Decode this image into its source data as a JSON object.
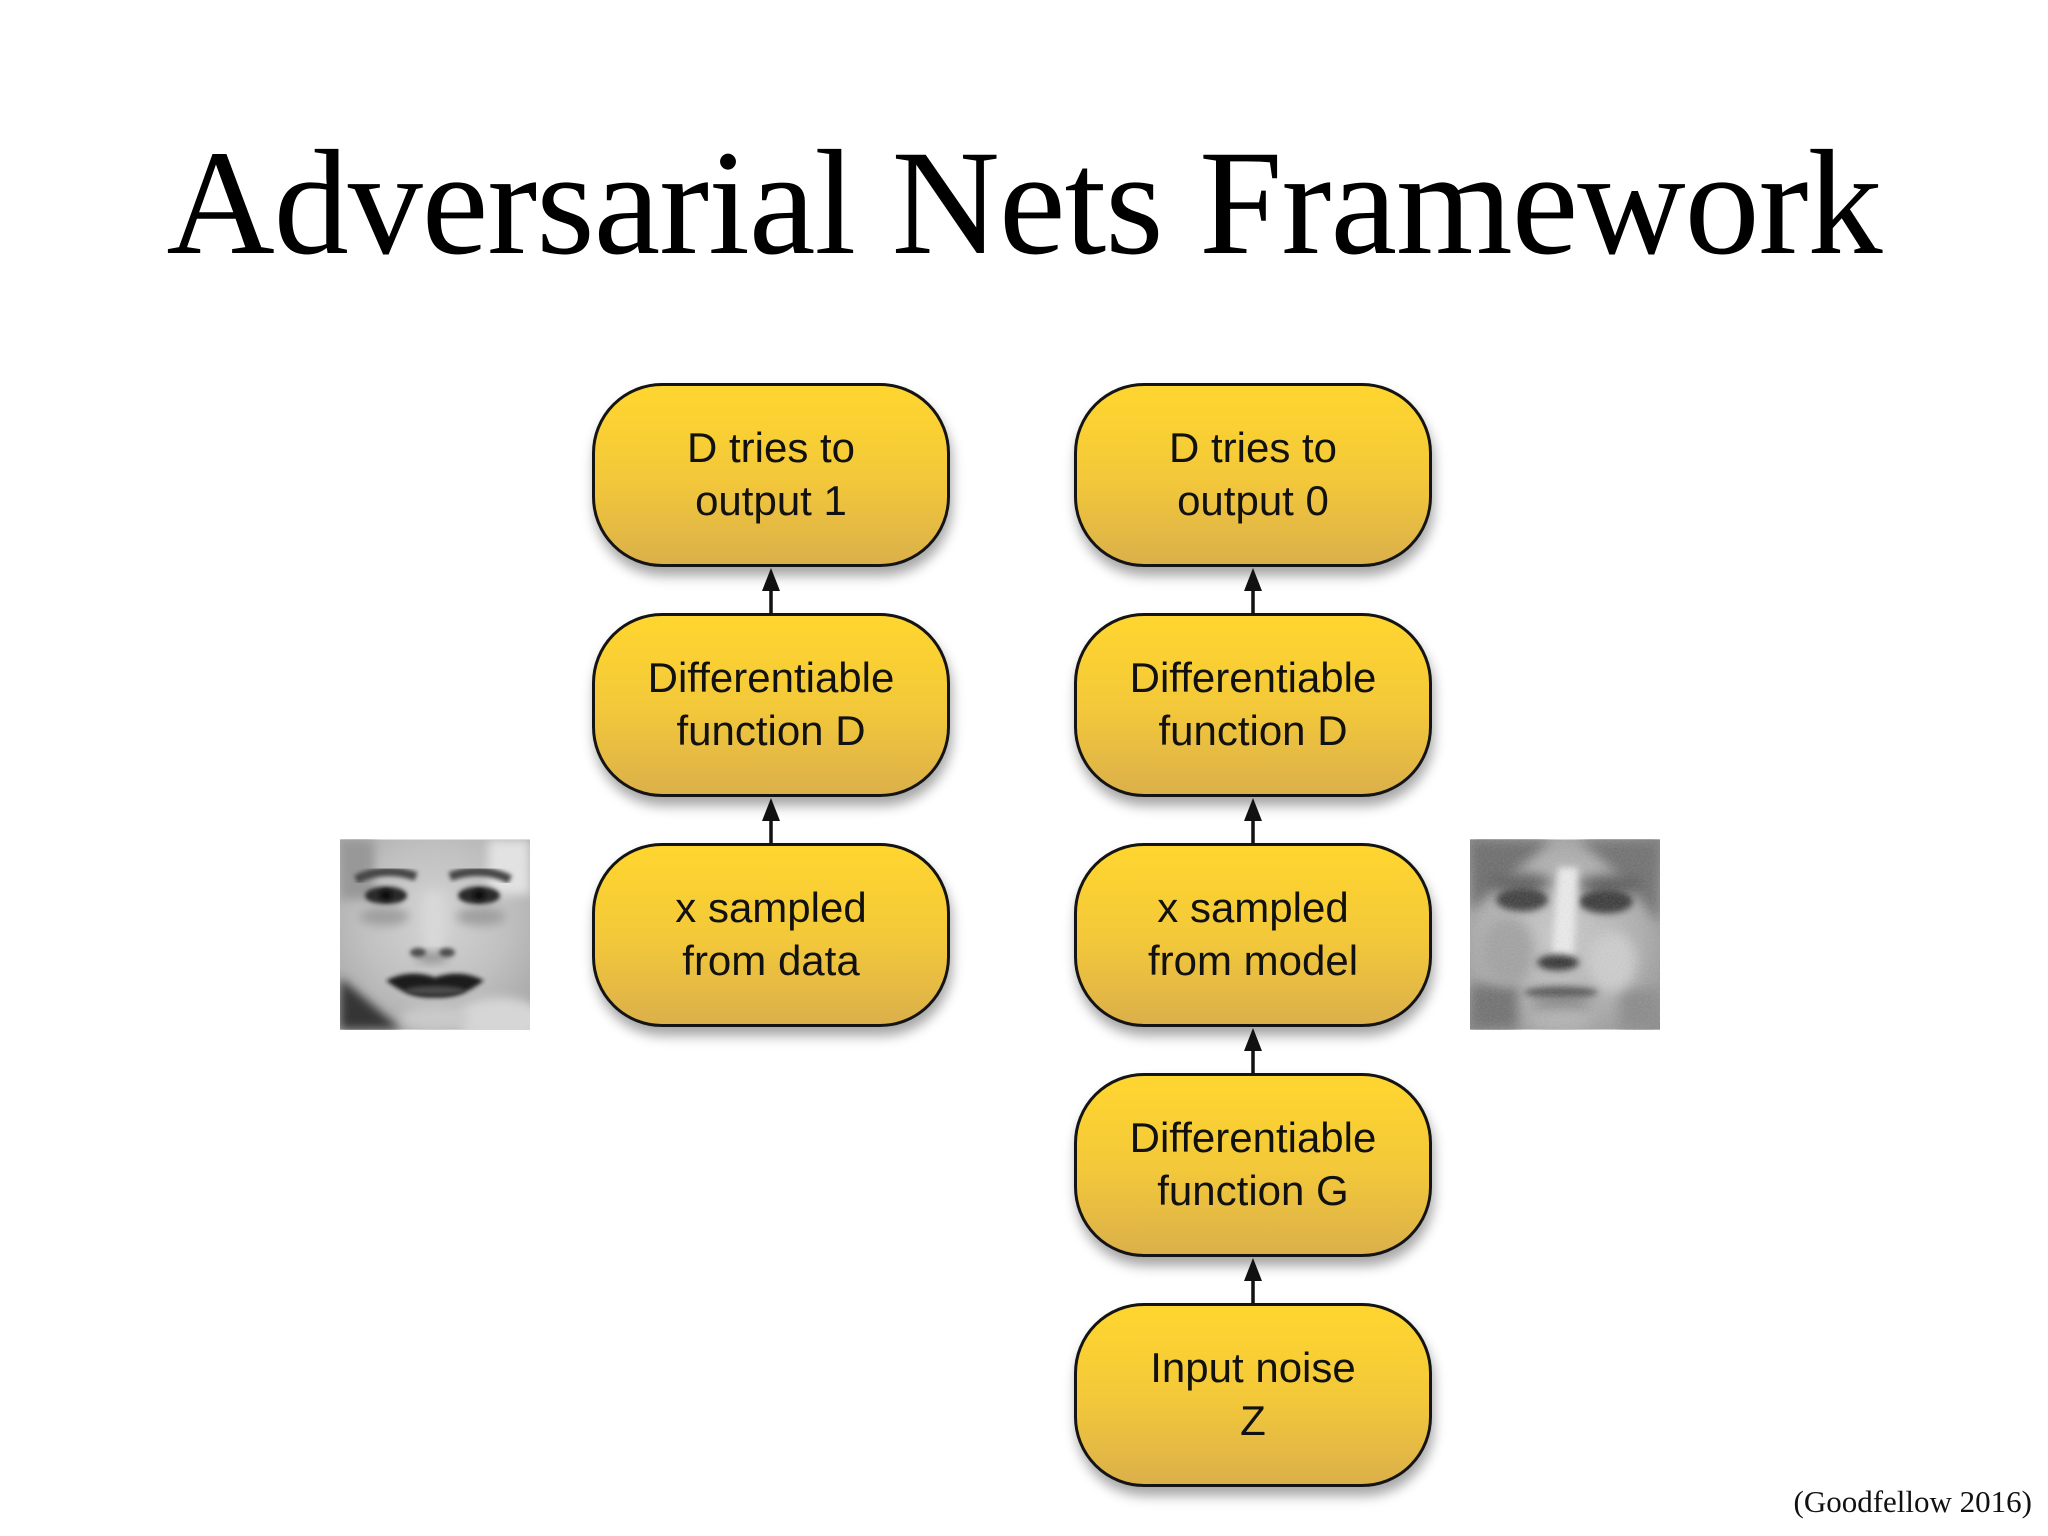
{
  "slide_title": "Adversarial Nets Framework",
  "citation": "(Goodfellow 2016)",
  "colors": {
    "background": "#ffffff",
    "box_gradient_top": "#FFD62F",
    "box_gradient_bottom": "#DBB04A",
    "box_border": "#141414",
    "box_text": "#111111",
    "arrow": "#111111",
    "title_text": "#000000"
  },
  "diagram": {
    "left_column": {
      "boxes": [
        {
          "text": "D tries to\noutput 1"
        },
        {
          "text": "Differentiable\nfunction D"
        },
        {
          "text": "x sampled\nfrom data"
        }
      ],
      "side_image": "real-face-photo"
    },
    "right_column": {
      "boxes": [
        {
          "text": "D tries to\noutput 0"
        },
        {
          "text": "Differentiable\nfunction D"
        },
        {
          "text": "x sampled\nfrom model"
        },
        {
          "text": "Differentiable\nfunction G"
        },
        {
          "text": "Input noise\nZ"
        }
      ],
      "side_image": "model-generated-face-photo"
    }
  }
}
